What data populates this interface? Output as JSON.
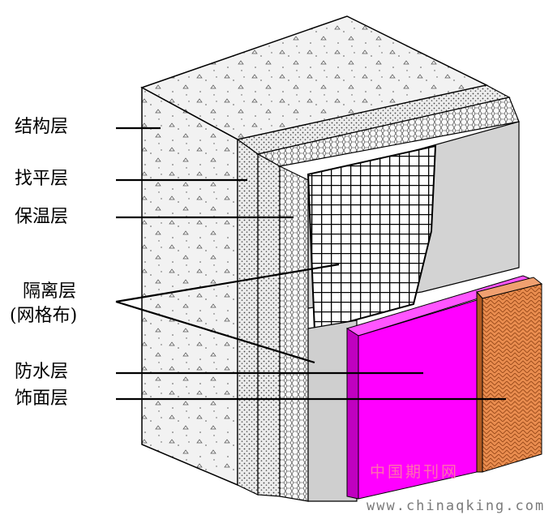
{
  "labels": {
    "structure": "结构层",
    "leveling": "找平层",
    "insulation": "保温层",
    "isolation": "隔离层",
    "isolation_sub": "(网格布)",
    "waterproof": "防水层",
    "finish": "饰面层"
  },
  "watermark": {
    "cn": "中国期刊网",
    "url": "www.chinaqking.com"
  },
  "colors": {
    "concrete": "#f1f1f1",
    "leveling": "#e9e9e9",
    "insulation": "#f7f7f7",
    "mesh": "#000000",
    "waterproof": "#ff00ff",
    "finish": "#e8884a",
    "grey_plane": "#d3d3d3"
  }
}
